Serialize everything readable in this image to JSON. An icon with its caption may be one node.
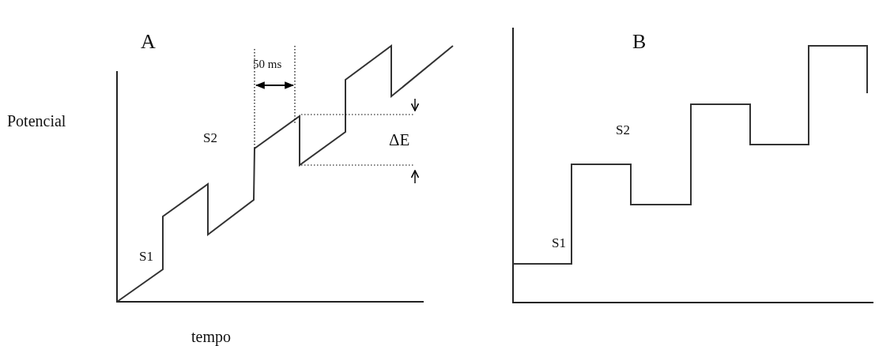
{
  "diagram": {
    "labels": [
      "A",
      "B",
      "50 ms",
      "Potencial",
      "S2",
      "ΔE",
      "S2",
      "S1",
      "S1",
      "tempo"
    ]
  }
}
